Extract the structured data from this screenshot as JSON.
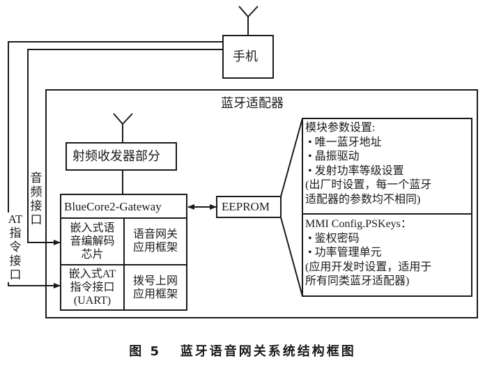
{
  "phone": {
    "label": "手机"
  },
  "adapter": {
    "label": "蓝牙适配器"
  },
  "rf": {
    "label": "射频收发器部分"
  },
  "chip": {
    "title": "BlueCore2-Gateway",
    "cells": [
      {
        "label": "嵌入式语音编解码芯片",
        "lines": [
          "嵌入式语",
          "音编解码",
          "芯片"
        ]
      },
      {
        "label": "语音网关应用框架",
        "lines": [
          "语音网关",
          "应用框架"
        ]
      },
      {
        "label": "嵌入式AT指令接口(UART)",
        "lines": [
          "嵌入式AT",
          "指令接口",
          "(UART)"
        ]
      },
      {
        "label": "拨号上网应用框架",
        "lines": [
          "拨号上网",
          "应用框架"
        ]
      }
    ]
  },
  "eeprom": {
    "label": "EEPROM"
  },
  "interfaces": {
    "audio": {
      "label": "音频接口",
      "chars": [
        "音",
        "频",
        "接",
        "口"
      ]
    },
    "at": {
      "label": "AT指令接口",
      "chars": [
        "AT",
        "指",
        "令",
        "接",
        "口"
      ]
    }
  },
  "module_params": {
    "title": "模块参数设置:",
    "items": [
      "唯一蓝牙地址",
      "晶振驱动",
      "发射功率等级设置"
    ],
    "note_lines": [
      "(出厂时设置，每一个蓝牙",
      "适配器的参数均不相同)"
    ]
  },
  "mmi_config": {
    "title": "MMI Config.PSKeys：",
    "items": [
      "鉴权密码",
      "功率管理单元"
    ],
    "note_lines": [
      "(应用开发时设置，适用于",
      "所有同类蓝牙适配器)"
    ]
  },
  "bullet": "•",
  "caption": {
    "figure": "图 5",
    "title": "蓝牙语音网关系统结构框图"
  }
}
